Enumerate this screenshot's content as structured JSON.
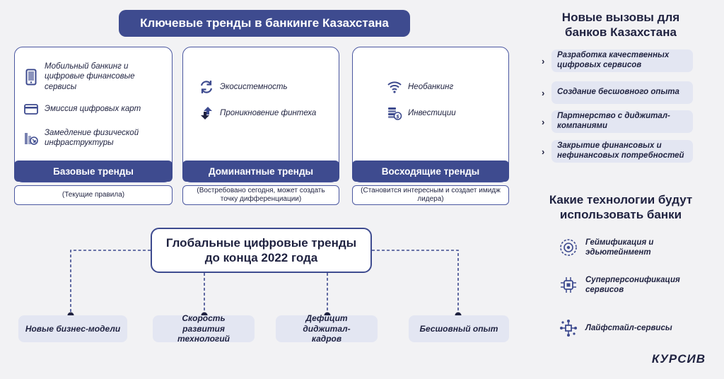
{
  "title": "Ключевые тренды в банкинге Казахстана",
  "columns": [
    {
      "items": [
        {
          "icon": "smartphone-icon",
          "text": "Мобильный банкинг и цифровые финансовые сервисы"
        },
        {
          "icon": "card-icon",
          "text": "Эмиссия цифровых карт"
        },
        {
          "icon": "declining-chart-icon",
          "text": "Замедление физической инфраструктуры"
        }
      ],
      "header": "Базовые тренды",
      "note": "(Текущие правила)"
    },
    {
      "items": [
        {
          "icon": "refresh-icon",
          "text": "Экосистемность"
        },
        {
          "icon": "arrows-updown-icon",
          "text": "Проникновение финтеха"
        }
      ],
      "header": "Доминантные тренды",
      "note": "(Востребовано сегодня, может создать точку дифференциации)"
    },
    {
      "items": [
        {
          "icon": "wifi-icon",
          "text": "Необанкинг"
        },
        {
          "icon": "coins-icon",
          "text": "Инвестиции"
        }
      ],
      "header": "Восходящие тренды",
      "note": "(Становится интересным и создает имидж лидера)"
    }
  ],
  "global": {
    "title_line1": "Глобальные цифровые тренды",
    "title_line2": "до конца 2022 года",
    "items": [
      "Новые бизнес-модели",
      "Скорость развития технологий",
      "Дефицит диджитал-кадров",
      "Бесшовный опыт"
    ]
  },
  "challenges": {
    "title_line1": "Новые вызовы для",
    "title_line2": "банков Казахстана",
    "items": [
      "Разработка качественных цифровых сервисов",
      "Создание бесшовного опыта",
      "Партнерство с диджитал-компаниями",
      "Закрытие финансовых и нефинансовых потребностей"
    ]
  },
  "tech": {
    "title_line1": "Какие технологии будут",
    "title_line2": "использовать банки",
    "items": [
      {
        "icon": "gamification-icon",
        "text": "Геймификация и эдьютейнмент"
      },
      {
        "icon": "chip-icon",
        "text": "Суперперсонификация сервисов"
      },
      {
        "icon": "network-icon",
        "text": "Лайфстайл-сервисы"
      }
    ]
  },
  "logo": "КУРСИВ",
  "colors": {
    "accent": "#3e4b8f",
    "pill": "#e3e6f2",
    "background": "#f2f2f4"
  }
}
